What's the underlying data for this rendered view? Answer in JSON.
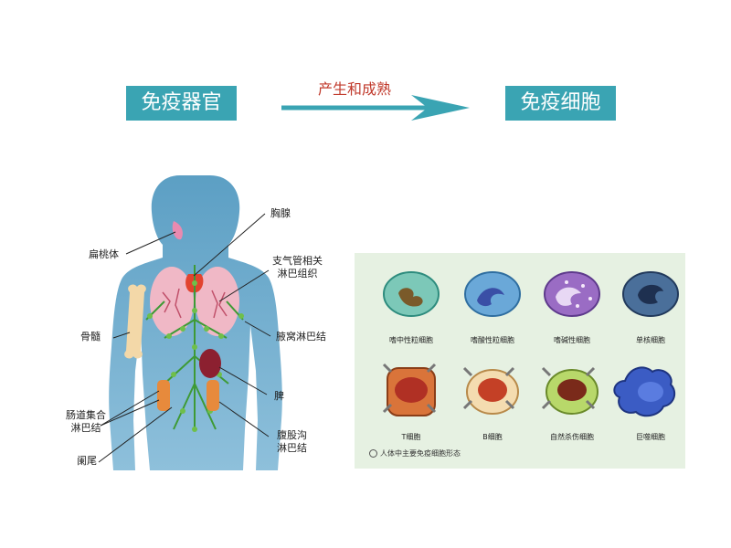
{
  "header": {
    "left_box": "免疫器官",
    "arrow_label": "产生和成熟",
    "right_box": "免疫细胞"
  },
  "colors": {
    "box": "#3aa4b3",
    "arrow": "#3aa4b3",
    "arrow_label": "#c0392b",
    "panel_bg": "#e6f1e2"
  },
  "organs": {
    "tonsil": "扁桃体",
    "thymus": "胸腺",
    "bronchial": [
      "支气管相关",
      "淋巴组织"
    ],
    "bone_marrow": "骨髓",
    "axillary": "腋窝淋巴结",
    "spleen": "脾",
    "intestinal": [
      "肠道集合",
      "淋巴结"
    ],
    "inguinal": [
      "腹股沟",
      "淋巴结"
    ],
    "appendix": "阑尾"
  },
  "cells": {
    "row1": [
      "嗜中性粒细胞",
      "嗜酸性粒细胞",
      "嗜碱性细胞",
      "单核细胞"
    ],
    "row2": [
      "T细胞",
      "B细胞",
      "自然杀伤细胞",
      "巨噬细胞"
    ],
    "caption": "人体中主要免疫细胞形态"
  }
}
